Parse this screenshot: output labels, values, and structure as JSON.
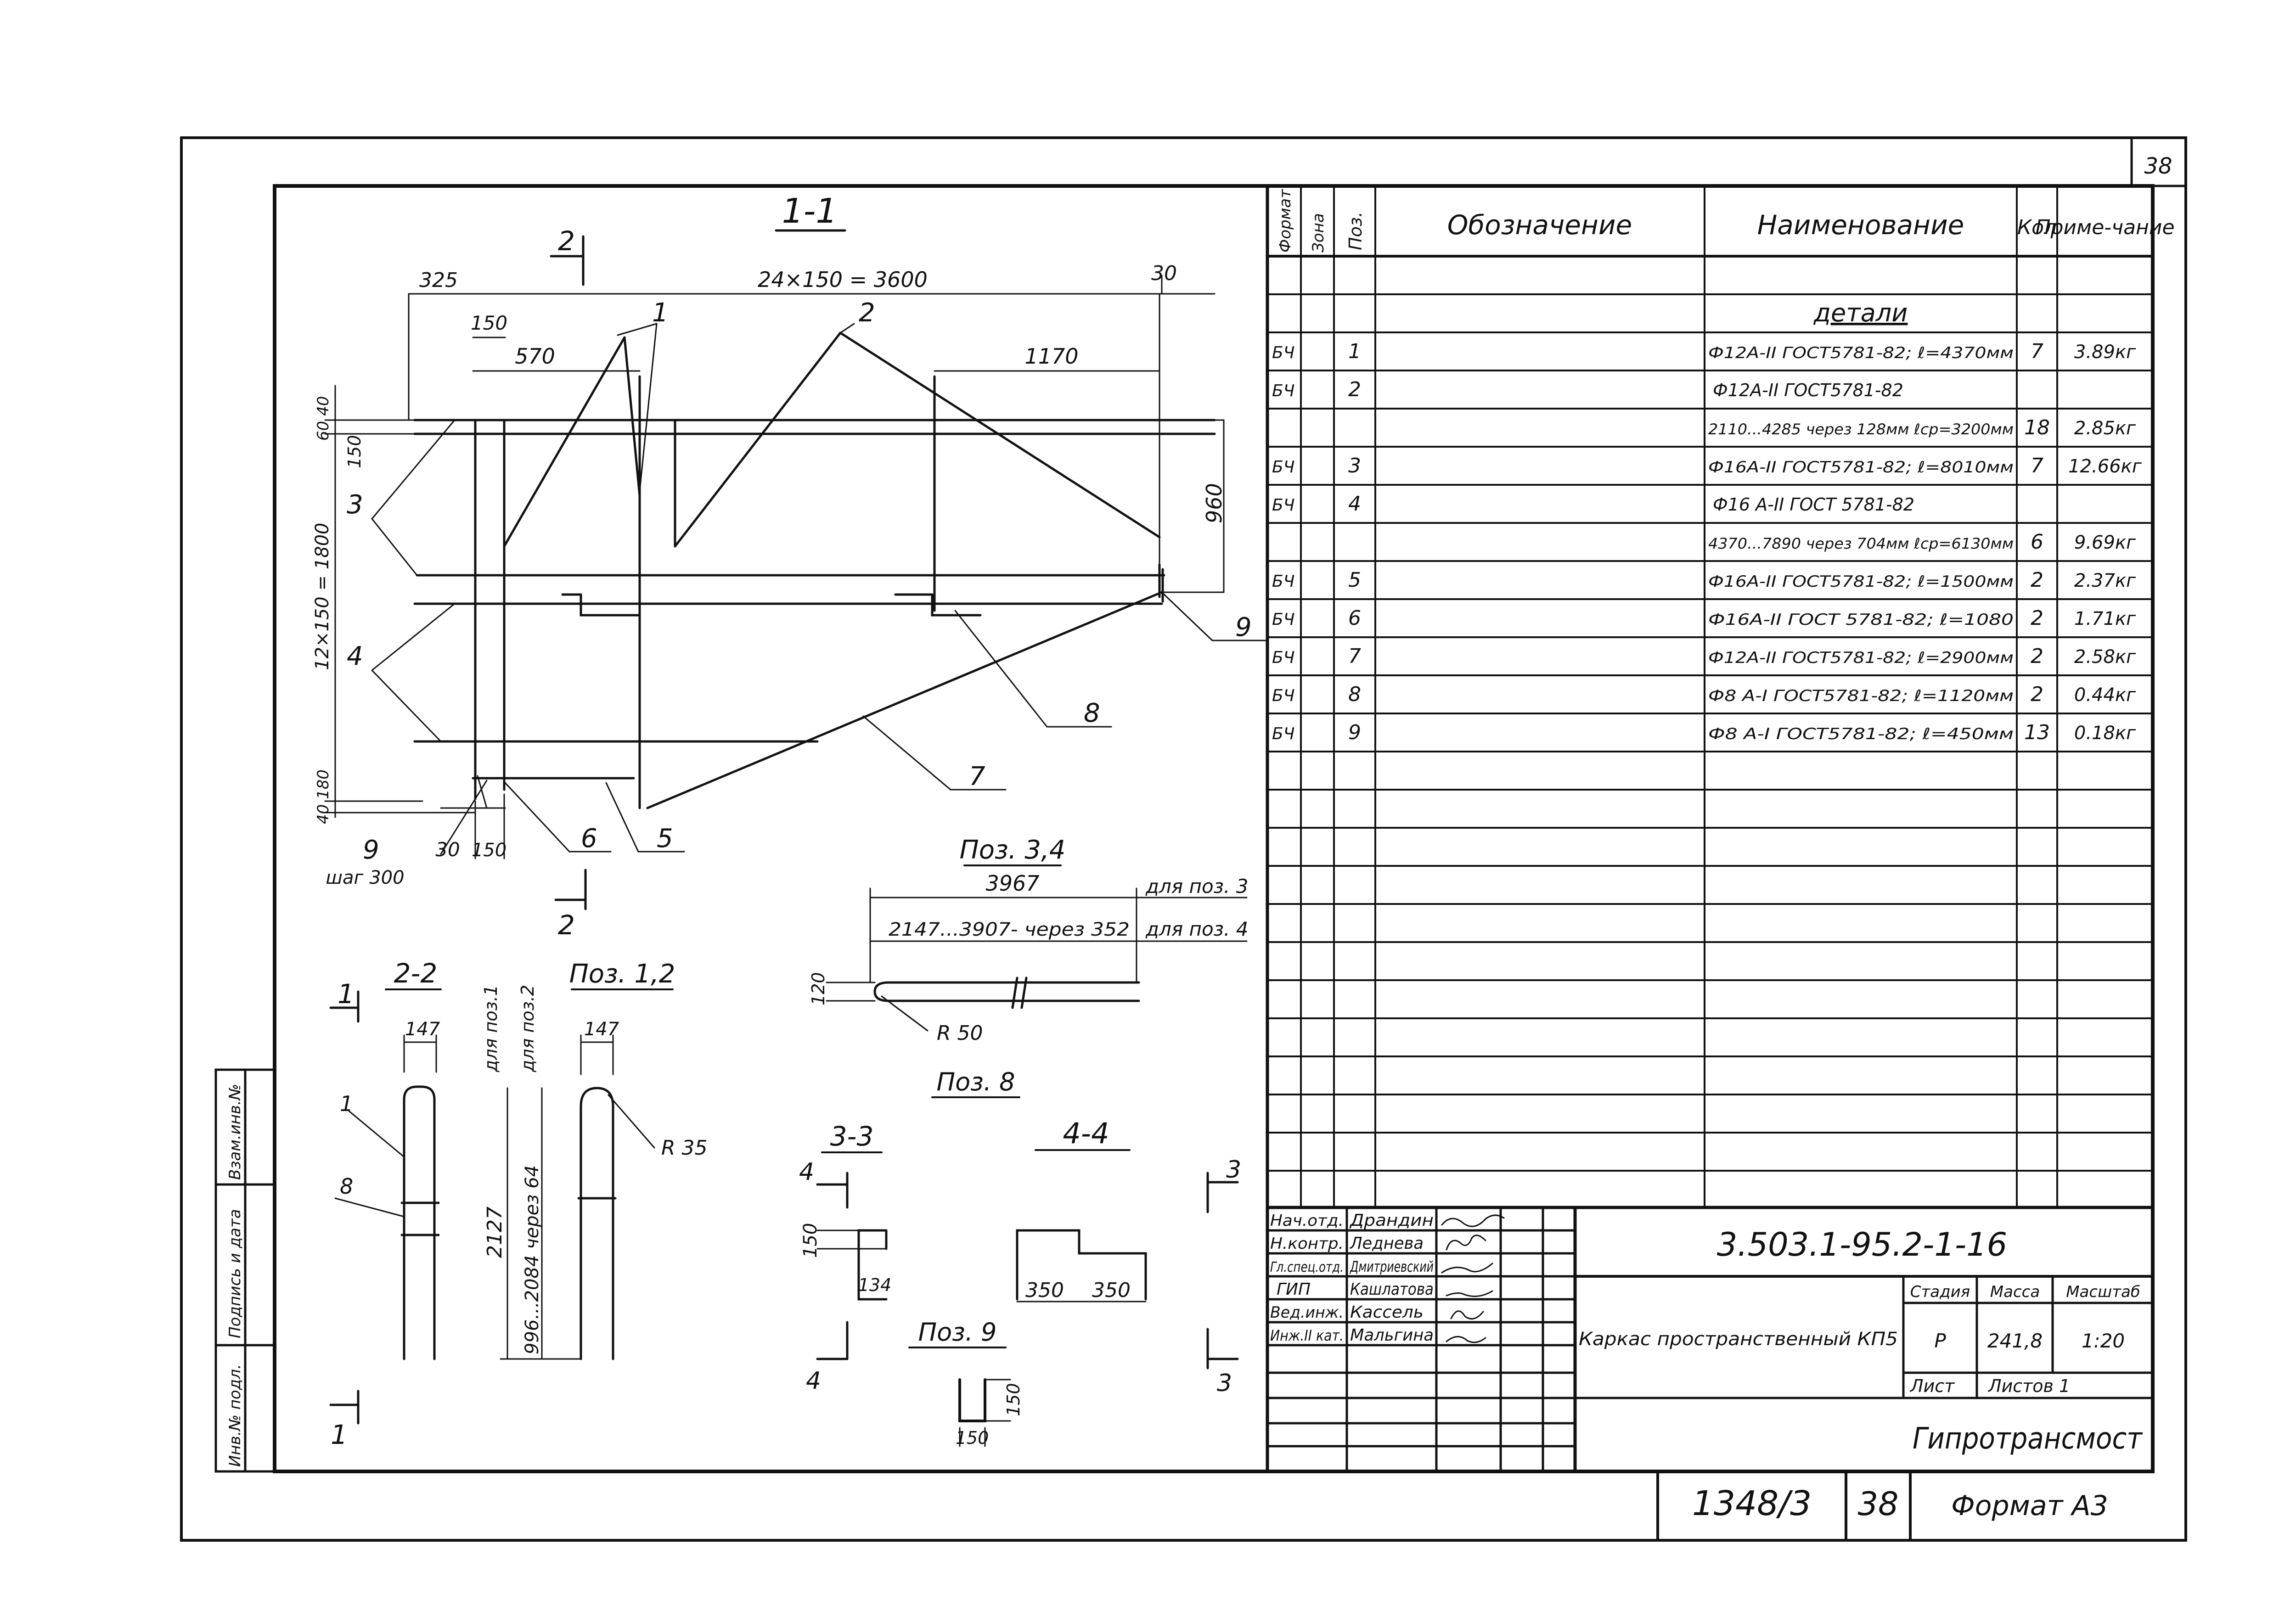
{
  "sheet_number": "38",
  "drawing": {
    "section_title": "1-1",
    "section_marks": {
      "s2": "2",
      "s1": "1",
      "s3": "3",
      "s4": "4"
    },
    "dims": {
      "top": "24×150 = 3600",
      "d325": "325",
      "d30a": "30",
      "d150a": "150",
      "d570": "570",
      "d1170": "1170",
      "left_vertical": "12×150 = 1800",
      "d960": "960",
      "d60_40": "60 40",
      "d150v": "150",
      "d40_180": "40 180",
      "d30b": "30",
      "d150b": "150"
    },
    "step_label": "шаг 300",
    "callouts": [
      "1",
      "2",
      "3",
      "4",
      "5",
      "6",
      "7",
      "8",
      "9",
      "9"
    ],
    "views": {
      "s22": "2-2",
      "pos12": "Поз. 1,2",
      "d147a": "147",
      "d147b": "147",
      "for_pos1": "для поз.1",
      "for_pos2": "для поз.2",
      "d2127": "2127",
      "range12": "996...2084 через 64",
      "r35": "R 35",
      "pos34": "Поз. 3,4",
      "d3967": "3967",
      "for_pos3": "для поз. 3",
      "range34": "2147...3907- через 352",
      "for_pos4": "для поз. 4",
      "d120": "120",
      "r50": "R 50",
      "pos8": "Поз. 8",
      "s33": "3-3",
      "s44": "4-4",
      "d150c": "150",
      "d134": "134",
      "d350a": "350",
      "d350b": "350",
      "pos9": "Поз. 9",
      "d150d": "150",
      "d150e": "150"
    }
  },
  "spec": {
    "head": {
      "format": "Формат",
      "zone": "Зона",
      "pos": "Поз.",
      "designation": "Обозначение",
      "name": "Наименование",
      "qty": "Кол",
      "note": "Приме-чание"
    },
    "section": "детали",
    "rows": [
      {
        "fmt": "БЧ",
        "pos": "1",
        "name": "Ф12А-II ГОСТ5781-82; ℓ=4370мм",
        "qty": "7",
        "note": "3.89кг"
      },
      {
        "fmt": "БЧ",
        "pos": "2",
        "name": "Ф12А-II ГОСТ5781-82",
        "qty": "",
        "note": ""
      },
      {
        "fmt": "",
        "pos": "",
        "name": "2110...4285 через 128мм ℓср=3200мм",
        "qty": "18",
        "note": "2.85кг"
      },
      {
        "fmt": "БЧ",
        "pos": "3",
        "name": "Ф16А-II ГОСТ5781-82; ℓ=8010мм",
        "qty": "7",
        "note": "12.66кг"
      },
      {
        "fmt": "БЧ",
        "pos": "4",
        "name": "Ф16 А-II ГОСТ 5781-82",
        "qty": "",
        "note": ""
      },
      {
        "fmt": "",
        "pos": "",
        "name": "4370...7890 через 704мм ℓср=6130мм",
        "qty": "6",
        "note": "9.69кг"
      },
      {
        "fmt": "БЧ",
        "pos": "5",
        "name": "Ф16А-II ГОСТ5781-82; ℓ=1500мм",
        "qty": "2",
        "note": "2.37кг"
      },
      {
        "fmt": "БЧ",
        "pos": "6",
        "name": "Ф16А-II ГОСТ 5781-82; ℓ=1080",
        "qty": "2",
        "note": "1.71кг"
      },
      {
        "fmt": "БЧ",
        "pos": "7",
        "name": "Ф12А-II ГОСТ5781-82; ℓ=2900мм",
        "qty": "2",
        "note": "2.58кг"
      },
      {
        "fmt": "БЧ",
        "pos": "8",
        "name": "Ф8 А-I ГОСТ5781-82; ℓ=1120мм",
        "qty": "2",
        "note": "0.44кг"
      },
      {
        "fmt": "БЧ",
        "pos": "9",
        "name": "Ф8 А-I ГОСТ5781-82; ℓ=450мм",
        "qty": "13",
        "note": "0.18кг"
      }
    ]
  },
  "title_block": {
    "doc_code": "3.503.1-95.2-1-16",
    "doc_name": "Каркас пространственный КП5",
    "stage_label": "Стадия",
    "mass_label": "Масса",
    "scale_label": "Масштаб",
    "stage": "Р",
    "mass": "241,8",
    "scale": "1:20",
    "sheet_label": "Лист",
    "sheets_label": "Листов 1",
    "org": "Гипротрансмост",
    "people": [
      {
        "role": "Нач.отд.",
        "name": "Драндин"
      },
      {
        "role": "Н.контр.",
        "name": "Леднева"
      },
      {
        "role": "Гл.спец.отд.",
        "name": "Дмитриевский"
      },
      {
        "role": "ГИП",
        "name": "Кашлатова"
      },
      {
        "role": "Вед.инж.",
        "name": "Кассель"
      },
      {
        "role": "Инж.II кат.",
        "name": "Мальгина"
      }
    ],
    "side_fields": [
      "Инв.№ подл.",
      "Подпись и дата",
      "Взам.инв.№"
    ],
    "album": "1348/3",
    "album_sheet": "38",
    "format": "Формат А3"
  }
}
